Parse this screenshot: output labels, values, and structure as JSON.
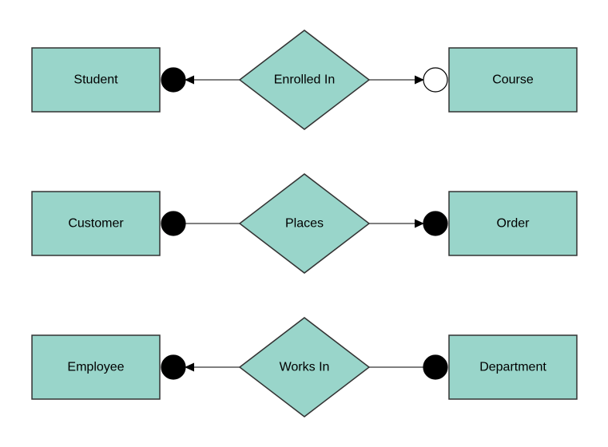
{
  "diagram": {
    "type": "entity-relationship-diagram",
    "background_color": "#ffffff",
    "shape_fill_color": "#99d5ca",
    "shape_stroke_color": "#333333",
    "line_color": "#000000",
    "text_color": "#000000",
    "filled_circle_color": "#000000",
    "open_circle_color": "#ffffff",
    "rows": [
      {
        "name": "student-course",
        "left_entity": "Student",
        "relationship": "Enrolled In",
        "right_entity": "Course",
        "left_connector": {
          "circle": "filled",
          "arrow_to_entity": true
        },
        "right_connector": {
          "circle": "open",
          "arrow_to_entity": true
        }
      },
      {
        "name": "customer-order",
        "left_entity": "Customer",
        "relationship": "Places",
        "right_entity": "Order",
        "left_connector": {
          "circle": "filled",
          "arrow_to_entity": false
        },
        "right_connector": {
          "circle": "filled",
          "arrow_to_entity": true
        }
      },
      {
        "name": "employee-department",
        "left_entity": "Employee",
        "relationship": "Works In",
        "right_entity": "Department",
        "left_connector": {
          "circle": "filled",
          "arrow_to_entity": true
        },
        "right_connector": {
          "circle": "filled",
          "arrow_to_entity": false
        }
      }
    ]
  }
}
